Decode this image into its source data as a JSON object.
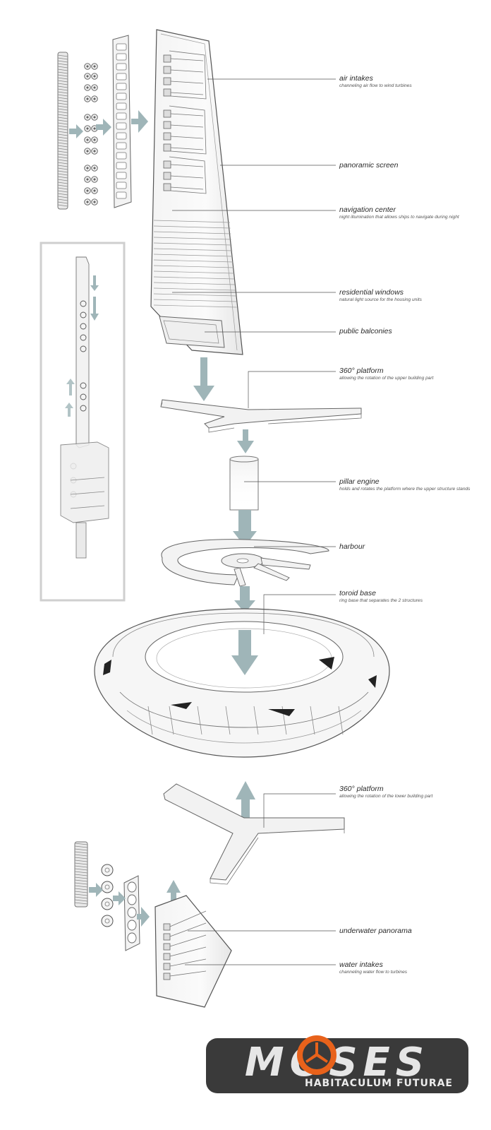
{
  "callouts": [
    {
      "id": "air-intakes",
      "title": "air intakes",
      "sub": "channeling air flow to wind turbines"
    },
    {
      "id": "panoramic-screen",
      "title": "panoramic screen",
      "sub": ""
    },
    {
      "id": "navigation-center",
      "title": "navigation center",
      "sub": "night illumination that allows ships to navigate during night"
    },
    {
      "id": "residential-windows",
      "title": "residential windows",
      "sub": "natural light source for the housing units"
    },
    {
      "id": "public-balconies",
      "title": "public balconies",
      "sub": ""
    },
    {
      "id": "platform-upper",
      "title": "360° platform",
      "sub": "allowing the rotation of the upper building part"
    },
    {
      "id": "pillar-engine",
      "title": "pillar engine",
      "sub": "holds and rotates the platform where the upper structure stands"
    },
    {
      "id": "harbour",
      "title": "harbour",
      "sub": ""
    },
    {
      "id": "toroid-base",
      "title": "toroid base",
      "sub": "ring base that separates the 2 structures"
    },
    {
      "id": "platform-lower",
      "title": "360° platform",
      "sub": "allowing the rotation of the lower building part"
    },
    {
      "id": "underwater-panorama",
      "title": "underwater panorama",
      "sub": ""
    },
    {
      "id": "water-intakes",
      "title": "water intakes",
      "sub": "channeling water flow to turbines"
    }
  ],
  "logo": {
    "word": "MOSES",
    "tagline": "HABITACULUM FUTURAE"
  },
  "colors": {
    "arrow": "#9fb5b8",
    "line": "#555555",
    "sketch": "#8a8a8a",
    "logo_bg": "#3a3a3a",
    "logo_accent": "#e8621b"
  }
}
